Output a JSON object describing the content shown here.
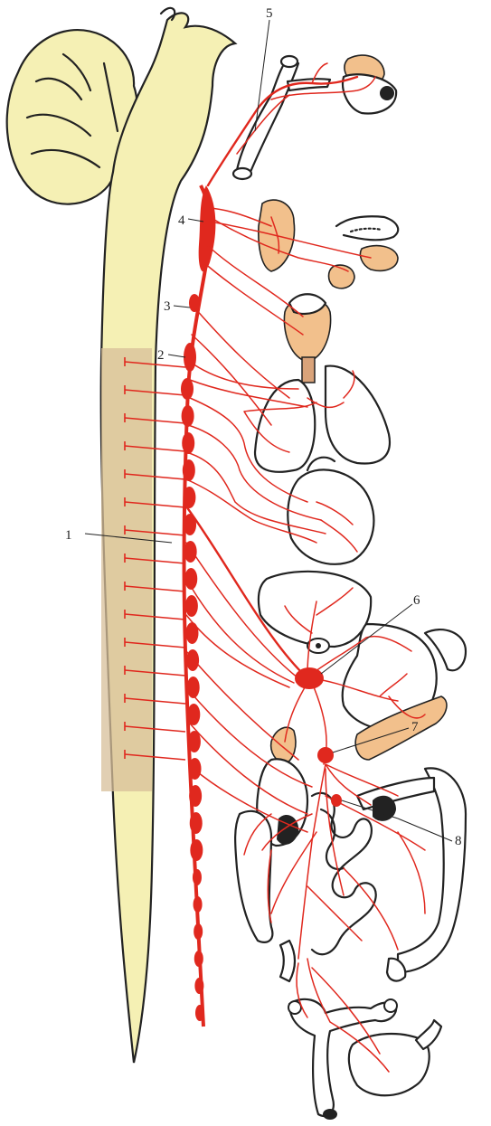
{
  "labels": {
    "l1": "1",
    "l2": "2",
    "l3": "3",
    "l4": "4",
    "l5": "5",
    "l6": "6",
    "l7": "7",
    "l8": "8"
  },
  "colors": {
    "nerve": "#e0281e",
    "cord": "#f5f0b4",
    "gland": "#f2c08c",
    "segment_band": "#d7bf9a"
  }
}
